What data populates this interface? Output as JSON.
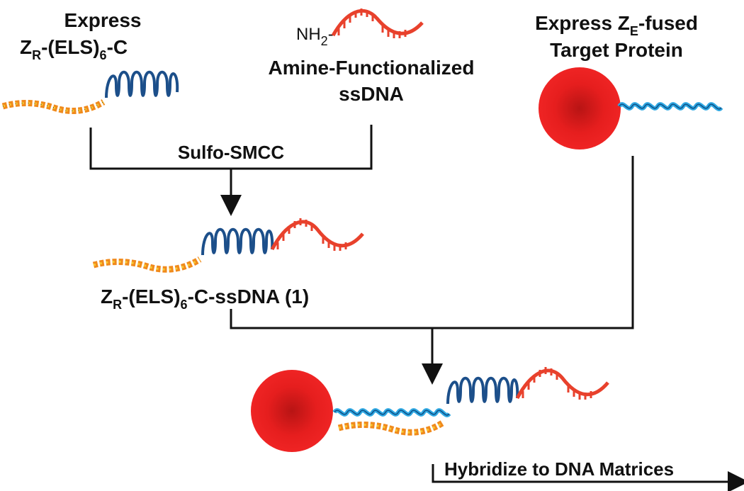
{
  "labels": {
    "express_zr": {
      "line1": "Express",
      "z": "Z",
      "z_sub": "R",
      "rest1": "-(ELS)",
      "six": "6",
      "rest2": "-C"
    },
    "nh2": {
      "main": "NH",
      "sub": "2",
      "dash": "-"
    },
    "amine_line1": "Amine-Functionalized",
    "amine_line2": "ssDNA",
    "express_ze": {
      "line1a": "Express Z",
      "e_sub": "E",
      "line1b": "-fused",
      "line2": "Target Protein"
    },
    "sulfo": "Sulfo-SMCC",
    "product": {
      "z": "Z",
      "z_sub": "R",
      "rest1": "-(ELS)",
      "six": "6",
      "rest2": "-C-ssDNA (1)"
    },
    "hybridize": "Hybridize to DNA Matrices"
  },
  "colors": {
    "dna": "#e8412c",
    "coil_dark": "#1c4f8a",
    "coil_light": "#2fa8e2",
    "chain_orange": "#f08a1c",
    "chain_yellow": "#f7c934",
    "protein": "#e61e1e",
    "line": "#111111"
  },
  "icons": {
    "dna": "ssdna-strand-icon",
    "coil": "coiled-coil-icon",
    "chain": "els-chain-icon",
    "protein": "target-protein-icon"
  }
}
